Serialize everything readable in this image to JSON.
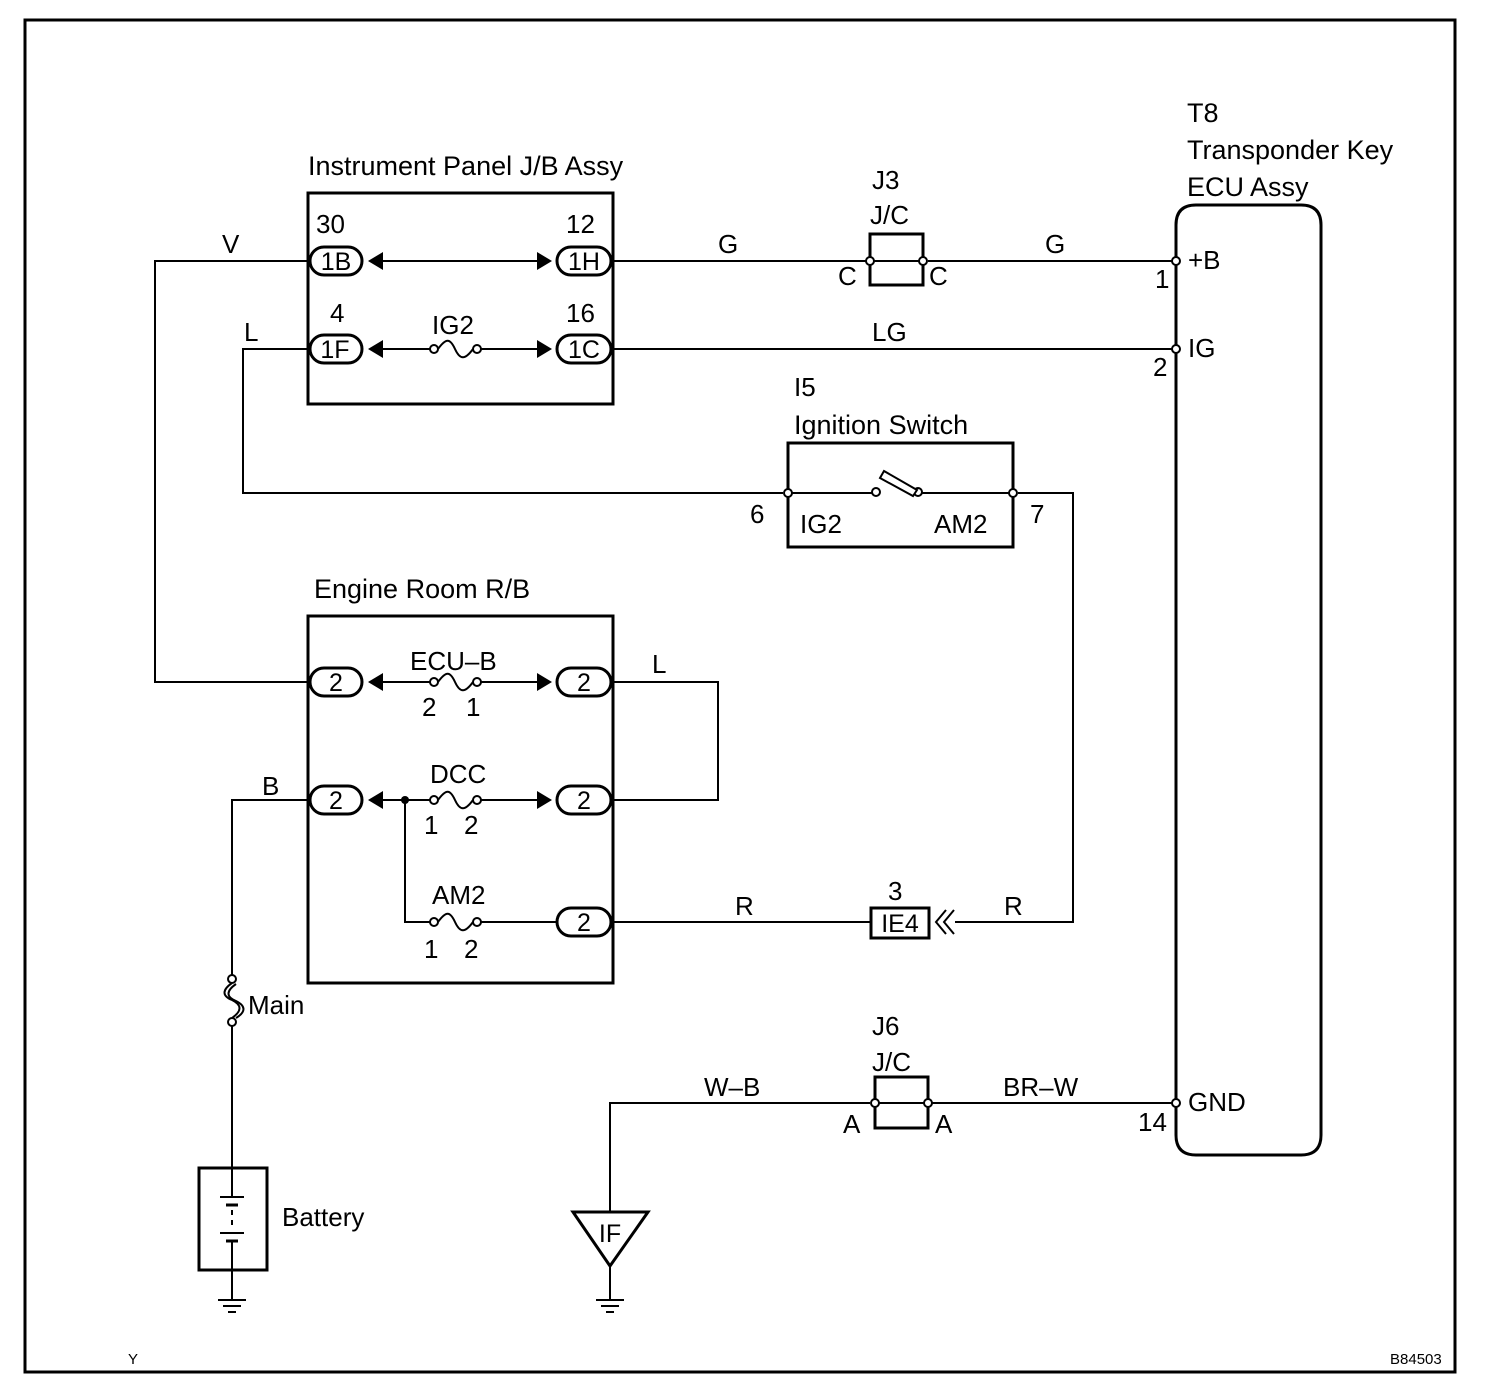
{
  "components": {
    "jb_title": "Instrument Panel J/B Assy",
    "ecu_code": "T8",
    "ecu_name1": "Transponder Key",
    "ecu_name2": "ECU Assy",
    "j3_code": "J3",
    "j3_name": "J/C",
    "j6_code": "J6",
    "j6_name": "J/C",
    "ign_code": "I5",
    "ign_name": "Ignition Switch",
    "rb_title": "Engine Room R/B",
    "battery": "Battery",
    "main_fuse": "Main",
    "ground_if": "IF",
    "ie4": "IE4",
    "ie4_pin": "3"
  },
  "jb": {
    "pin_30": "30",
    "conn_1b": "1B",
    "pin_12": "12",
    "conn_1h": "1H",
    "pin_4": "4",
    "conn_1f": "1F",
    "pin_16": "16",
    "conn_1c": "1C",
    "fuse_ig2": "IG2"
  },
  "rb": {
    "ecub": "ECU–B",
    "ecub_p2": "2",
    "ecub_p1": "1",
    "dcc": "DCC",
    "dcc_p1": "1",
    "dcc_p2": "2",
    "am2": "AM2",
    "am2_p1": "1",
    "am2_p2": "2",
    "c1l": "2",
    "c1r": "2",
    "c2l": "2",
    "c2r": "2",
    "c3r": "2"
  },
  "ign": {
    "pin_6": "6",
    "pin_7": "7",
    "ig2": "IG2",
    "am2": "AM2"
  },
  "ecu_pins": {
    "b": "+B",
    "b_no": "1",
    "ig": "IG",
    "ig_no": "2",
    "gnd": "GND",
    "gnd_no": "14"
  },
  "jc_pins": {
    "j3_l": "C",
    "j3_r": "C",
    "j6_l": "A",
    "j6_r": "A"
  },
  "wires": {
    "v": "V",
    "g1": "G",
    "g2": "G",
    "l1": "L",
    "lg": "LG",
    "l2": "L",
    "b": "B",
    "r1": "R",
    "r2": "R",
    "wb": "W–B",
    "brw": "BR–W"
  },
  "corner": {
    "left": "Y",
    "right": "B84503"
  }
}
